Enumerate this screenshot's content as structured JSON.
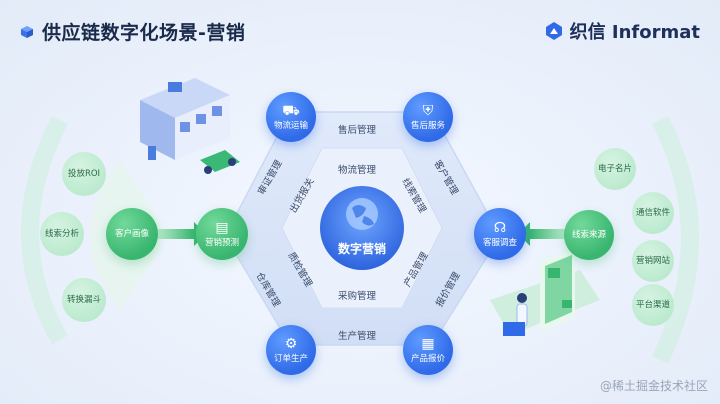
{
  "header": {
    "title": "供应链数字化场景-营销",
    "logo_text": "织信 Informat"
  },
  "center": {
    "label": "数字营销",
    "inner_ring": [
      "物流管理",
      "线索管理",
      "产品管理",
      "采购管理",
      "质检管理",
      "出货报关"
    ]
  },
  "hexagon_edges": [
    "售后管理",
    "客户管理",
    "报价管理",
    "生产管理",
    "仓库管理",
    "审证管理"
  ],
  "hexagon_nodes": [
    "物流运输",
    "售后服务",
    "客服调查",
    "产品报价",
    "订单生产",
    "营销预测"
  ],
  "left_chain": {
    "hub": "客户画像",
    "satellites": [
      "投放ROI",
      "线索分析",
      "转换漏斗"
    ]
  },
  "right_chain": {
    "hub": "线索来源",
    "satellites": [
      "电子名片",
      "通信软件",
      "营销网站",
      "平台渠道"
    ]
  },
  "watermark": "@稀土掘金技术社区",
  "colors": {
    "blue": "#2f6ae8",
    "green": "#38b56e",
    "light_green": "#b8e9cc",
    "title": "#1a2a4a"
  }
}
